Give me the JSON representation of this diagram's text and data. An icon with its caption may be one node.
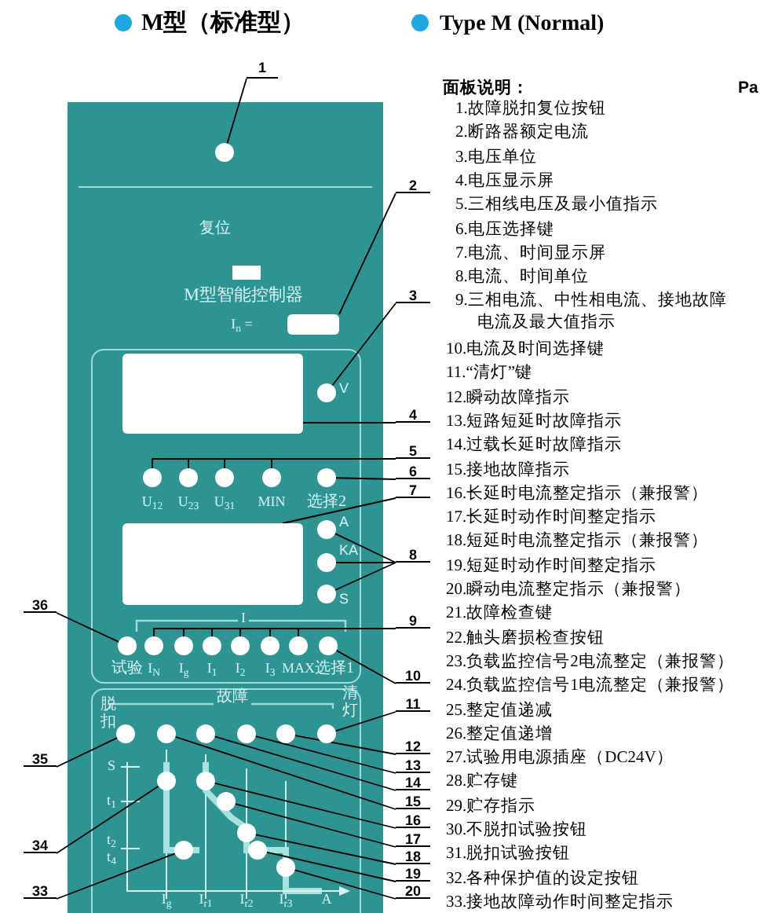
{
  "diagram": {
    "nodes": [
      {
        "text": [],
        "shape": "circle"
      },
      {
        "text": [
          "1"
        ]
      },
      {
        "text": [],
        "shape": "box"
      },
      {
        "text": [
          "2"
        ]
      },
      {
        "text": [],
        "shape": "circle",
        "beside": [
          "V"
        ]
      },
      {
        "text": [
          "3"
        ]
      },
      {
        "text": [],
        "shape": "box"
      },
      {
        "text": [
          "4"
        ]
      },
      {
        "text": [],
        "shape": "circle",
        "beside": [
          "U$_{12}$"
        ]
      },
      {
        "text": [],
        "shape": "circle",
        "beside": [
          "U$_{23}$"
        ]
      },
      {
        "text": [],
        "shape": "circle",
        "beside": [
          "U$_{31}$"
        ]
      },
      {
        "text": [],
        "shape": "circle",
        "beside": [
          "MIN"
        ]
      },
      {
        "text": [],
        "shape": "circle",
        "beside": [
          "选择2"
        ]
      },
      {
        "text": [
          "5"
        ]
      },
      {
        "text": [
          "6"
        ]
      },
      {
        "text": [],
        "shape": "box"
      },
      {
        "text": [
          "7"
        ]
      },
      {
        "text": [],
        "shape": "circle",
        "beside": [
          "A"
        ]
      },
      {
        "text": [],
        "shape": "circle",
        "beside": [
          "KA"
        ]
      },
      {
        "text": [],
        "shape": "circle",
        "beside": [
          "S"
        ]
      },
      {
        "text": [
          "8"
        ]
      },
      {
        "text": [],
        "shape": "circle",
        "beside": [
          "试验"
        ]
      },
      {
        "text": [],
        "shape": "circle",
        "beside": [
          "I$_{N}$"
        ]
      },
      {
        "text": [],
        "shape": "circle",
        "beside": [
          "I$_{g}$"
        ]
      },
      {
        "text": [],
        "shape": "circle",
        "beside": [
          "I$_{1}$"
        ]
      },
      {
        "text": [],
        "shape": "circle",
        "beside": [
          "I$_{2}$"
        ]
      },
      {
        "text": [],
        "shape": "circle",
        "beside": [
          "I$_{3}$"
        ]
      },
      {
        "text": [],
        "shape": "circle",
        "beside": [
          "MAX"
        ]
      },
      {
        "text": [],
        "shape": "circle",
        "beside": [
          "选择1"
        ]
      },
      {
        "text": [
          "9"
        ]
      },
      {
        "text": [
          "10"
        ]
      },
      {
        "text": [
          "36"
        ]
      },
      {
        "text": [],
        "shape": "circle",
        "beside": [
          "脱扣"
        ]
      },
      {
        "text": [],
        "shape": "circle"
      },
      {
        "text": [],
        "shape": "circle"
      },
      {
        "text": [],
        "shape": "circle"
      },
      {
        "text": [],
        "shape": "circle"
      },
      {
        "text": [],
        "shape": "circle",
        "beside": [
          "清灯"
        ]
      },
      {
        "text": [],
        "shape": "circle"
      },
      {
        "text": [],
        "shape": "circle"
      },
      {
        "text": [],
        "shape": "circle"
      },
      {
        "text": [],
        "shape": "circle"
      },
      {
        "text": [],
        "shape": "circle"
      },
      {
        "text": [],
        "shape": "circle"
      },
      {
        "text": [],
        "shape": "circle"
      },
      {
        "text": [
          "11"
        ]
      },
      {
        "text": [
          "12"
        ]
      },
      {
        "text": [
          "13"
        ]
      },
      {
        "text": [
          "14"
        ]
      },
      {
        "text": [
          "15"
        ]
      },
      {
        "text": [
          "16"
        ]
      },
      {
        "text": [
          "17"
        ]
      },
      {
        "text": [
          "18"
        ]
      },
      {
        "text": [
          "19"
        ]
      },
      {
        "text": [
          "20"
        ]
      },
      {
        "text": [
          "35"
        ]
      },
      {
        "text": [
          "34"
        ]
      },
      {
        "text": [
          "33"
        ]
      }
    ],
    "edges": [
      {
        "from": 1,
        "to": 0,
        "arrow": "none"
      },
      {
        "from": 3,
        "to": 2,
        "arrow": "none"
      },
      {
        "from": 5,
        "to": 4,
        "arrow": "none"
      },
      {
        "from": 7,
        "to": 6,
        "arrow": "none"
      },
      {
        "from": 13,
        "to": 8,
        "arrow": "none"
      },
      {
        "from": 13,
        "to": 9,
        "arrow": "none"
      },
      {
        "from": 13,
        "to": 10,
        "arrow": "none"
      },
      {
        "from": 13,
        "to": 11,
        "arrow": "none"
      },
      {
        "from": 14,
        "to": 12,
        "arrow": "none"
      },
      {
        "from": 16,
        "to": 15,
        "arrow": "none"
      },
      {
        "from": 20,
        "to": 17,
        "arrow": "none"
      },
      {
        "from": 20,
        "to": 18,
        "arrow": "none"
      },
      {
        "from": 20,
        "to": 19,
        "arrow": "none"
      },
      {
        "from": 29,
        "to": 22,
        "arrow": "none"
      },
      {
        "from": 29,
        "to": 23,
        "arrow": "none"
      },
      {
        "from": 29,
        "to": 24,
        "arrow": "none"
      },
      {
        "from": 29,
        "to": 25,
        "arrow": "none"
      },
      {
        "from": 29,
        "to": 26,
        "arrow": "none"
      },
      {
        "from": 29,
        "to": 27,
        "arrow": "none"
      },
      {
        "from": 30,
        "to": 28,
        "arrow": "none"
      },
      {
        "from": 31,
        "to": 21,
        "arrow": "none"
      },
      {
        "from": 45,
        "to": 37,
        "arrow": "none"
      },
      {
        "from": 46,
        "to": 36,
        "arrow": "none"
      },
      {
        "from": 47,
        "to": 35,
        "arrow": "none"
      },
      {
        "from": 48,
        "to": 34,
        "arrow": "none"
      },
      {
        "from": 49,
        "to": 33,
        "arrow": "none"
      },
      {
        "from": 50,
        "to": 40,
        "arrow": "none"
      },
      {
        "from": 51,
        "to": 41,
        "arrow": "none"
      },
      {
        "from": 52,
        "to": 42,
        "arrow": "none"
      },
      {
        "from": 53,
        "to": 43,
        "arrow": "none"
      },
      {
        "from": 54,
        "to": 44,
        "arrow": "none"
      },
      {
        "from": 55,
        "to": 32,
        "arrow": "none"
      },
      {
        "from": 56,
        "to": 38,
        "arrow": "none"
      },
      {
        "from": 57,
        "to": 39,
        "arrow": "none"
      }
    ],
    "labels": [
      "M型（标准型）",
      "Type M (Normal)",
      "复位",
      "M型智能控制器",
      "I$_{n}$ =",
      "I",
      "故障",
      "S",
      "t$_{1}$",
      "t$_{2}$",
      "t$_{4}$",
      "I$_{g}$",
      "I$_{r1}$",
      "I$_{r2}$",
      "I$_{r3}$",
      "A",
      "面板说明：",
      "Pa",
      "1.故障脱扣复位按钮",
      "2.断路器额定电流",
      "3.电压单位",
      "4.电压显示屏",
      "5.三相线电压及最小值指示",
      "6.电压选择键",
      "7.电流、时间显示屏",
      "8.电流、时间单位",
      "9.三相电流、中性相电流、接地故障电流及最大值指示",
      "10.电流及时间选择键",
      "11.“清灯”键",
      "12.瞬动故障指示",
      "13.短路短延时故障指示",
      "14.过载长延时故障指示",
      "15.接地故障指示",
      "16.长延时电流整定指示（兼报警）",
      "17.长延时动作时间整定指示",
      "18.短延时电流整定指示（兼报警）",
      "19.短延时动作时间整定指示",
      "20.瞬动电流整定指示（兼报警）",
      "21.故障检查键",
      "22.触头磨损检查按钮",
      "23.负载监控信号2电流整定（兼报警）",
      "24.负载监控信号1电流整定（兼报警）",
      "25.整定值递减",
      "26.整定值递增",
      "27.试验用电源插座（DC24V）",
      "28.贮存键",
      "29.贮存指示",
      "30.不脱扣试验按钮",
      "31.脱扣试验按钮",
      "32.各种保护值的设定按钮",
      "33.接地故障动作时间整定指示"
    ]
  }
}
